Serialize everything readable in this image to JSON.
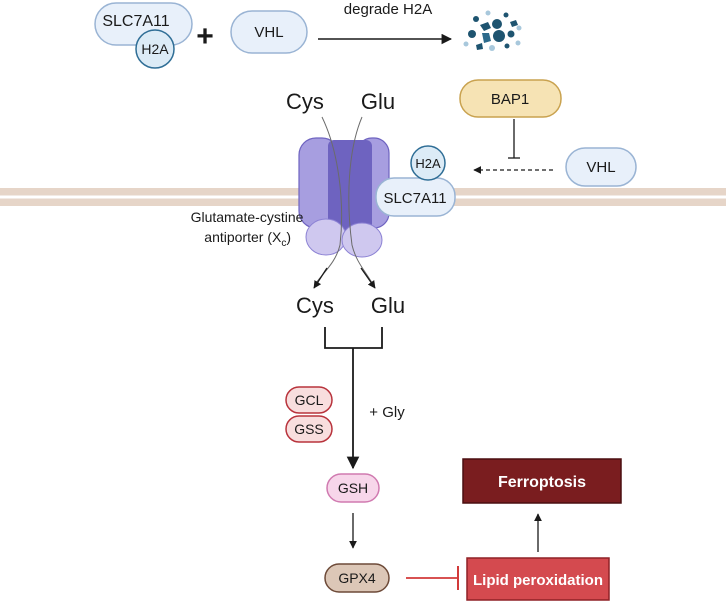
{
  "top": {
    "protein_left": "SLC7A11",
    "protein_left_badge": "H2A",
    "plus": "+",
    "protein_right": "VHL",
    "arrow_label": "degrade  H2A"
  },
  "membrane": {
    "bap1": "BAP1",
    "vhl": "VHL",
    "slc7a11": "SLC7A11",
    "h2a": "H2A",
    "outside_left": "Cys",
    "outside_right": "Glu",
    "antiporter_line1": "Glutamate-cystine",
    "antiporter_line2_main": "antiporter (X",
    "antiporter_line2_sub": "c",
    "antiporter_line2_end": ")"
  },
  "pathway": {
    "inside_left": "Cys",
    "inside_right": "Glu",
    "enzyme1": "GCL",
    "enzyme2": "GSS",
    "cofactor": "+ Gly",
    "product": "GSH",
    "gpx4": "GPX4",
    "lipid": "Lipid peroxidation",
    "ferroptosis": "Ferroptosis"
  },
  "colors": {
    "light_blue_fill": "#e8f0fa",
    "light_blue_stroke": "#9ab4d4",
    "badge_fill": "#dcebf6",
    "badge_stroke": "#2f6e96",
    "bap1_fill": "#f6e3b4",
    "bap1_stroke": "#c9a24f",
    "membrane": "#e6d5c8",
    "transporter_dark": "#6e63c0",
    "transporter_light": "#a79ee0",
    "red_pill_fill": "#f8dede",
    "red_pill_stroke": "#b8333c",
    "gsh_fill": "#f7d6ea",
    "gsh_stroke": "#d07ab0",
    "gpx4_fill": "#dcc7b7",
    "gpx4_stroke": "#6d4a38",
    "lipid_fill": "#d44a4f",
    "ferroptosis_fill": "#7a1d1f",
    "inhibit_red": "#d23a3a"
  }
}
